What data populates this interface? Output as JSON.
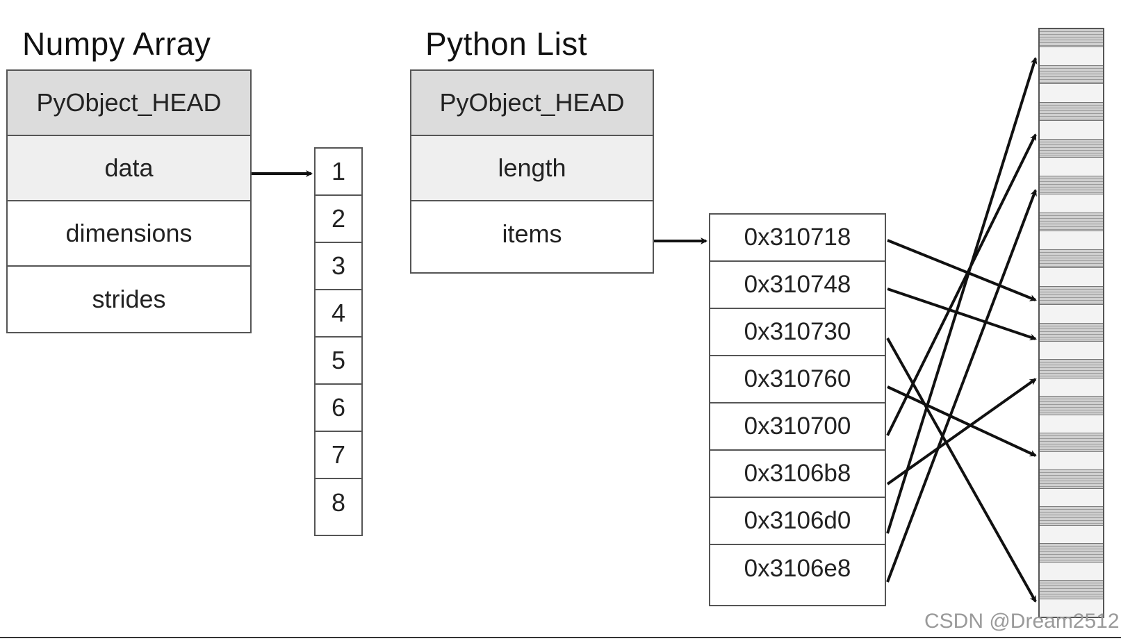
{
  "numpy": {
    "title": "Numpy Array",
    "fields": [
      "PyObject_HEAD",
      "data",
      "dimensions",
      "strides"
    ]
  },
  "data_buffer": {
    "values": [
      "1",
      "2",
      "3",
      "4",
      "5",
      "6",
      "7",
      "8"
    ]
  },
  "pylist": {
    "title": "Python List",
    "fields": [
      "PyObject_HEAD",
      "length",
      "items"
    ]
  },
  "pointers": {
    "values": [
      "0x310718",
      "0x310748",
      "0x310730",
      "0x310760",
      "0x310700",
      "0x3106b8",
      "0x3106d0",
      "0x3106e8"
    ]
  },
  "watermark": "CSDN @Dream2512"
}
